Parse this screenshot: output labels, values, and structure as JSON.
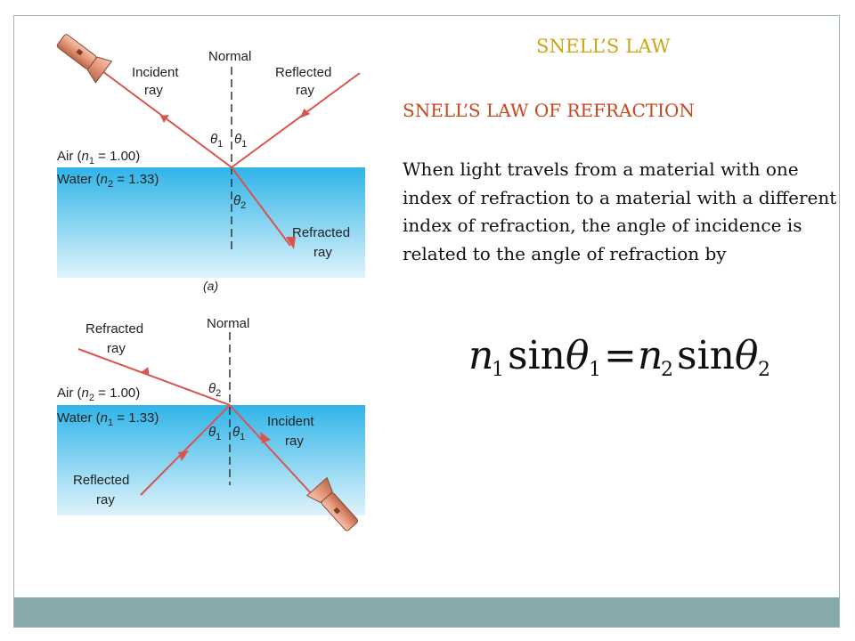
{
  "slide": {
    "title": "SNELL’S LAW",
    "subtitle": "SNELL’S LAW OF REFRACTION",
    "body": "When light travels from a material with one index of refraction to a material with a different index of refraction, the angle of incidence is related to the angle of refraction by"
  },
  "equation": {
    "n1": "n",
    "sub1": "1",
    "sin": "sin",
    "theta": "θ",
    "equals": "=",
    "sub2": "2"
  },
  "diagram_a": {
    "normal": "Normal",
    "incident": [
      "Incident",
      "ray"
    ],
    "reflected": [
      "Reflected",
      "ray"
    ],
    "refracted": [
      "Refracted",
      "ray"
    ],
    "air": "Air (",
    "air_var": "n",
    "air_sub": "1",
    "air_value": " = 1.00)",
    "water": "Water (",
    "water_var": "n",
    "water_sub": "2",
    "water_value": " = 1.33)",
    "theta1": "θ",
    "theta1_sub": "1",
    "theta2": "θ",
    "theta2_sub": "2",
    "caption": "(a)"
  },
  "diagram_b": {
    "normal": "Normal",
    "incident": [
      "Incident",
      "ray"
    ],
    "reflected": [
      "Reflected",
      "ray"
    ],
    "refracted": [
      "Refracted",
      "ray"
    ],
    "air": "Air (",
    "air_var": "n",
    "air_sub": "2",
    "air_value": " = 1.00)",
    "water": "Water (",
    "water_var": "n",
    "water_sub": "1",
    "water_value": " = 1.33)",
    "theta1": "θ",
    "theta1_sub": "1",
    "theta2": "θ",
    "theta2_sub": "2"
  },
  "colors": {
    "title": "#cca512",
    "subtitle": "#c8461c",
    "ray": "#d9534f",
    "water_top": "#2fb4e8",
    "water_bottom": "#d8f1fb",
    "footer": "#86a9ac",
    "flashlight": "#e8a38a"
  }
}
